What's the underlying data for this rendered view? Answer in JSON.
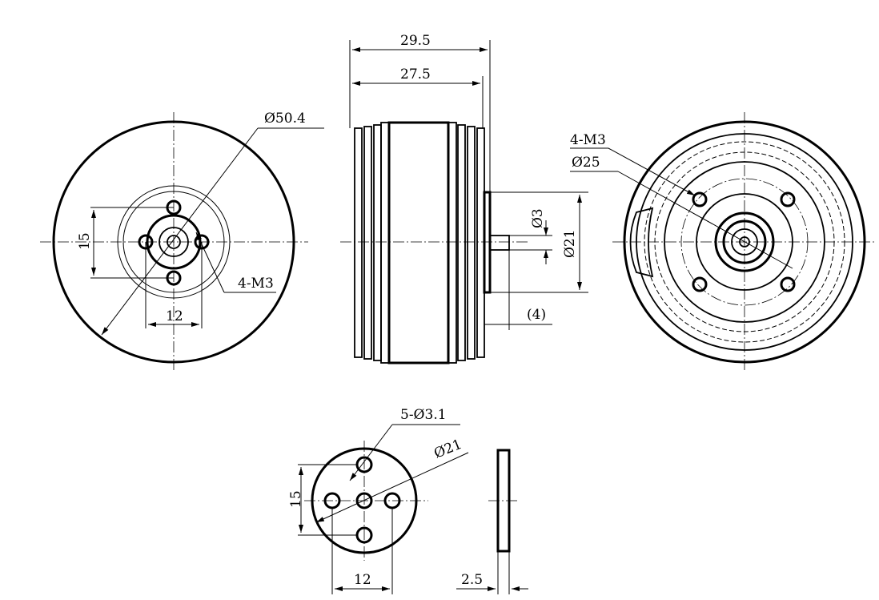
{
  "title": "Motor dimension drawing",
  "front_view": {
    "outer_diameter": "Ø50.4",
    "hole_spacing_vertical": "15",
    "hole_spacing_horizontal": "12",
    "thread_callout": "4-M3"
  },
  "side_view": {
    "overall_length": "29.5",
    "body_length": "27.5",
    "shaft_diameter": "Ø3",
    "flange_diameter": "Ø21",
    "shaft_protrusion": "(4)"
  },
  "rear_view": {
    "thread_callout": "4-M3",
    "bolt_circle": "Ø25"
  },
  "adapter_plate": {
    "holes_callout": "5-Ø3.1",
    "diameter": "Ø21",
    "hole_spacing_vertical": "15",
    "hole_spacing_horizontal": "12",
    "thickness": "2.5"
  }
}
